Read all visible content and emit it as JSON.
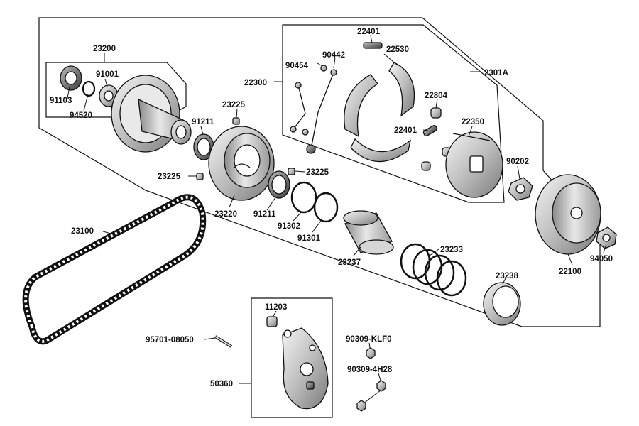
{
  "labels": {
    "p23200": "23200",
    "p91001": "91001",
    "p91103": "91103",
    "p94520": "94520",
    "p91211a": "91211",
    "p23225a": "23225",
    "p23225b": "23225",
    "p23225c": "23225",
    "p23220": "23220",
    "p91211b": "91211",
    "p91302": "91302",
    "p91301": "91301",
    "p22300": "22300",
    "p22401a": "22401",
    "p22530": "22530",
    "p90454": "90454",
    "p90442": "90442",
    "p2301A": "2301A",
    "p22804": "22804",
    "p22401b": "22401",
    "p22350": "22350",
    "p90202": "90202",
    "p22100": "22100",
    "p94050": "94050",
    "p23100": "23100",
    "p23237": "23237",
    "p23233": "23233",
    "p23238": "23238",
    "p11203": "11203",
    "p95701": "95701-08050",
    "p50360": "50360",
    "pKLF0": "90309-KLF0",
    "p4H28": "90309-4H28"
  }
}
